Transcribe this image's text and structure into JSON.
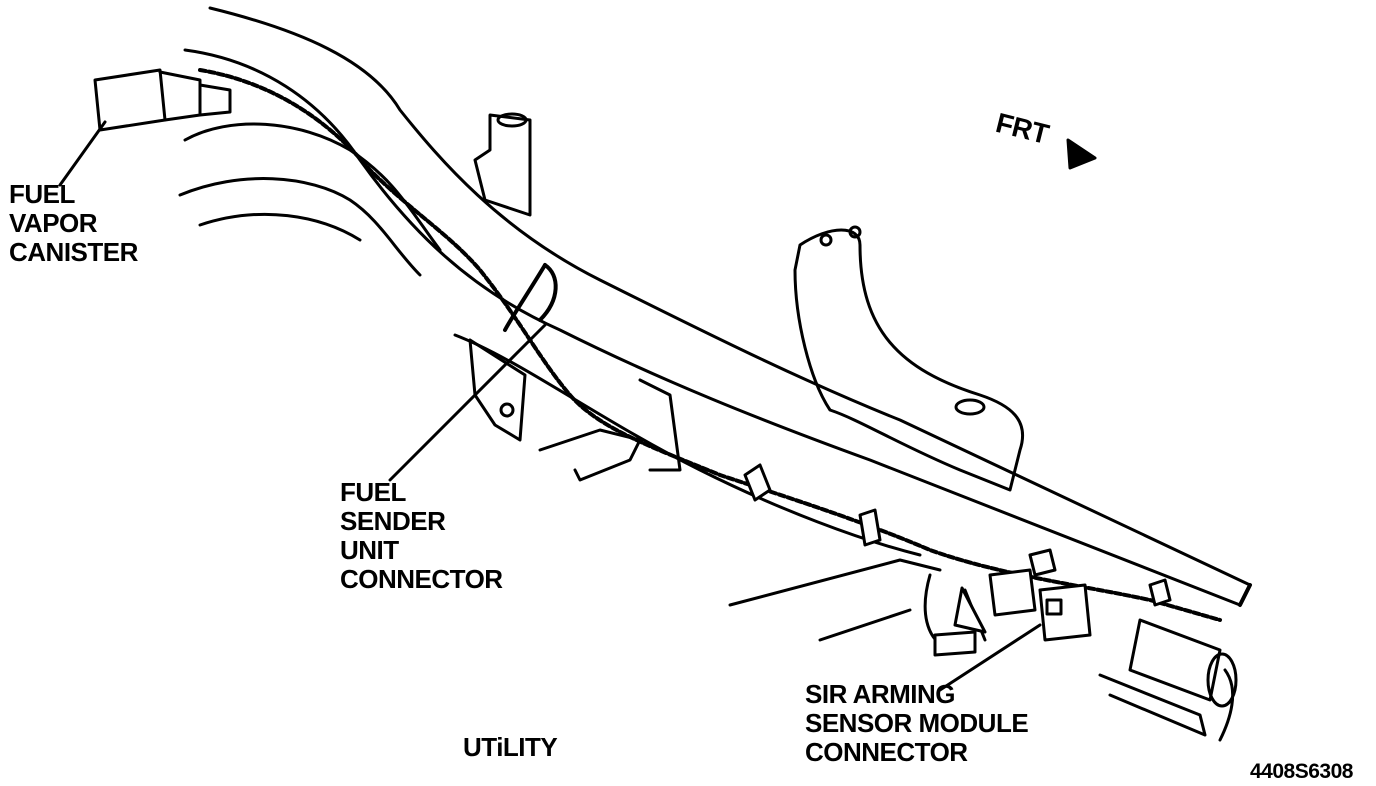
{
  "labels": {
    "fuel_vapor_canister": [
      "FUEL",
      "VAPOR",
      "CANISTER"
    ],
    "fuel_sender_unit_connector": [
      "FUEL",
      "SENDER",
      "UNIT",
      "CONNECTOR"
    ],
    "sir_arming_sensor_module_connector": [
      "SIR ARMING",
      "SENSOR MODULE",
      "CONNECTOR"
    ],
    "utility": "UTiLITY",
    "front_indicator": "FRT",
    "figure_code": "4408S6308"
  },
  "colors": {
    "ink": "#000000",
    "paper": "#ffffff"
  }
}
